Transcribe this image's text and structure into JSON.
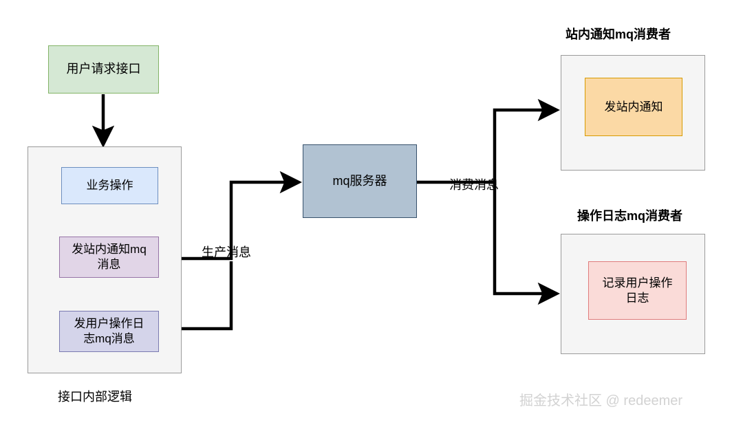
{
  "diagram": {
    "title_watermark": "掘金技术社区 @ redeemer",
    "colors": {
      "green_fill": "#d5e8d4",
      "green_stroke": "#82b366",
      "blue_fill": "#dae8fc",
      "blue_stroke": "#6c8ebf",
      "purple_fill": "#e1d5e7",
      "purple_stroke": "#9673a6",
      "indigo_fill": "#d4d4ea",
      "indigo_stroke": "#7a7ab0",
      "steel_fill": "#b1c2d2",
      "steel_stroke": "#36506b",
      "orange_fill": "#fbd9a5",
      "orange_stroke": "#d79b00",
      "pink_fill": "#fadbd8",
      "pink_stroke": "#e07b7b",
      "group_fill": "#f5f5f5",
      "group_stroke": "#9a9a9a",
      "edge_stroke": "#000000"
    },
    "nodes": {
      "user_request": "用户请求接口",
      "business_op": "业务操作",
      "send_notice_mq": "发站内通知mq\n消息",
      "send_log_mq": "发用户操作日\n志mq消息",
      "mq_server": "mq服务器",
      "send_notice": "发站内通知",
      "record_log": "记录用户操作\n日志"
    },
    "groups": {
      "interface_internal_logic": "接口内部逻辑",
      "notice_consumer": "站内通知mq消费者",
      "log_consumer": "操作日志mq消费者"
    },
    "edge_labels": {
      "produce": "生产消息",
      "consume": "消费消息"
    }
  }
}
